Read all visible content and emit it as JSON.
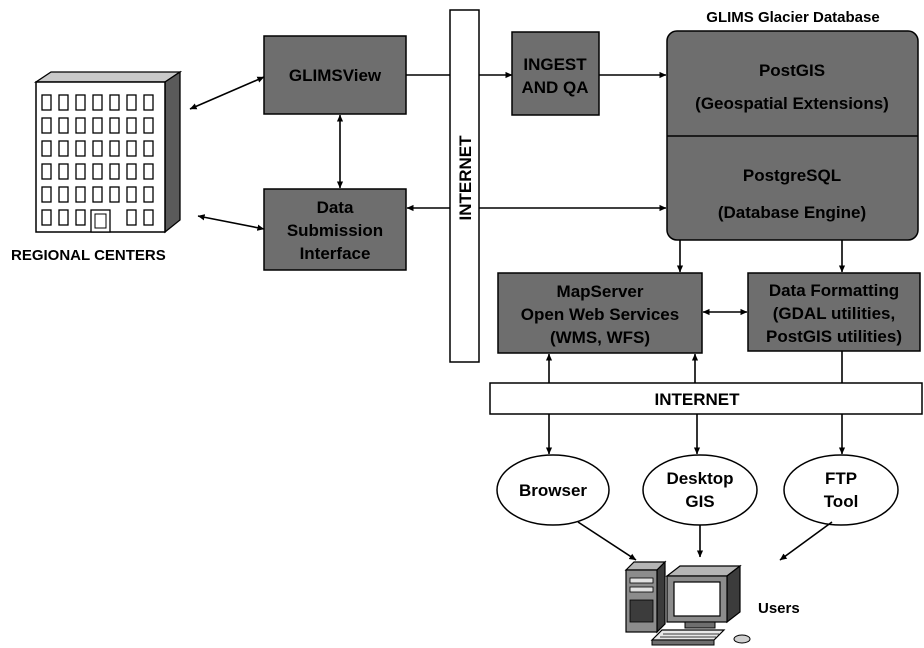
{
  "colors": {
    "box_fill": "#6e6e6e",
    "line": "#000000",
    "background": "#ffffff"
  },
  "icons": [
    "office-building-icon",
    "desktop-computer-icon"
  ],
  "regional_centers": {
    "label": "REGIONAL CENTERS"
  },
  "database": {
    "title": "GLIMS Glacier Database",
    "postgis": {
      "line1": "PostGIS",
      "line2": "(Geospatial Extensions)"
    },
    "postgresql": {
      "line1": "PostgreSQL",
      "line2": "(Database Engine)"
    }
  },
  "glimsview": {
    "label": "GLIMSView"
  },
  "data_submission": {
    "line1": "Data",
    "line2": "Submission",
    "line3": "Interface"
  },
  "internet_vertical": {
    "label": "INTERNET"
  },
  "ingest_qa": {
    "line1": "INGEST",
    "line2": "AND QA"
  },
  "mapserver": {
    "line1": "MapServer",
    "line2": "Open Web Services",
    "line3": "(WMS, WFS)"
  },
  "data_formatting": {
    "line1": "Data Formatting",
    "line2": "(GDAL utilities,",
    "line3": "PostGIS utilities)"
  },
  "internet_horizontal": {
    "label": "INTERNET"
  },
  "clients": {
    "browser": {
      "line1": "Browser"
    },
    "desktop_gis": {
      "line1": "Desktop",
      "line2": "GIS"
    },
    "ftp_tool": {
      "line1": "FTP",
      "line2": "Tool"
    }
  },
  "users": {
    "label": "Users"
  }
}
